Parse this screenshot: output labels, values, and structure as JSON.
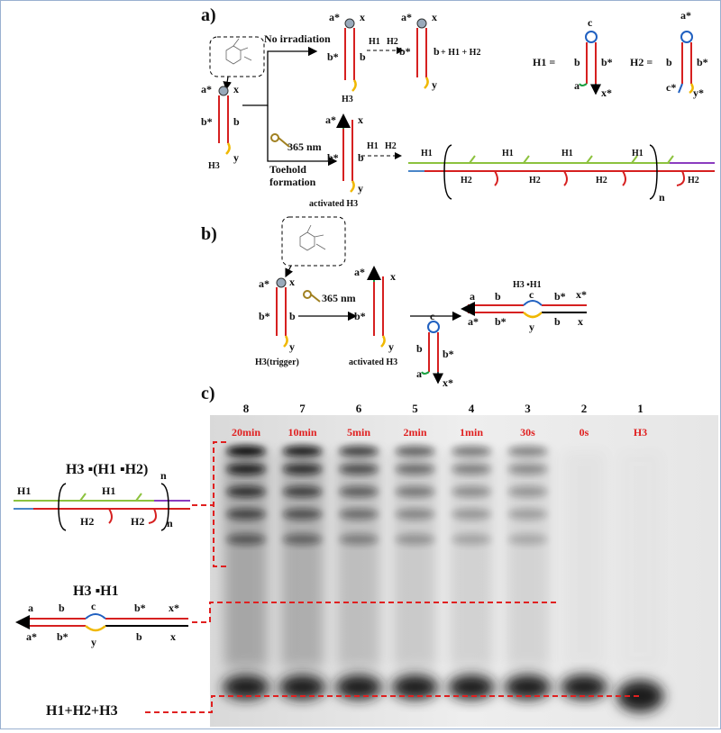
{
  "panels": {
    "a": "a)",
    "b": "b)",
    "c": "c)"
  },
  "panel_a": {
    "no_irradiation": "No irradiation",
    "wavelength": "365 nm",
    "toehold_line1": "Toehold",
    "toehold_line2": "formation",
    "activated": "activated H3",
    "h3": "H3",
    "arrow_h1": "H1",
    "arrow_h2": "H2",
    "plus_products": "+ H1 + H2",
    "h1_eq": "H1 =",
    "h2_eq": "H2 =",
    "polymer_n": "n",
    "domains": {
      "a": "a",
      "a_star": "a*",
      "b": "b",
      "b_star": "b*",
      "c": "c",
      "c_star": "c*",
      "x": "x",
      "x_star": "x*",
      "y": "y",
      "y_star": "y*"
    }
  },
  "panel_b": {
    "wavelength": "365 nm",
    "trigger": "H3(trigger)",
    "activated": "activated H3",
    "complex": "H3 ▪H1"
  },
  "panel_c": {
    "lanes": [
      {
        "num": "8",
        "label": "20min"
      },
      {
        "num": "7",
        "label": "10min"
      },
      {
        "num": "6",
        "label": "5min"
      },
      {
        "num": "5",
        "label": "2min"
      },
      {
        "num": "4",
        "label": "1min"
      },
      {
        "num": "3",
        "label": "30s"
      },
      {
        "num": "2",
        "label": "0s"
      },
      {
        "num": "1",
        "label": "H3"
      }
    ],
    "band_polymer_title": "H3 ▪(H1 ▪H2)",
    "band_polymer_sub": "n",
    "band_dimer_title": "H3 ▪H1",
    "band_monomer": "H1+H2+H3"
  },
  "colors": {
    "strand": "#d62020",
    "toehold_a": "#1aa040",
    "loop": "#2060c0",
    "tail_y": "#f0b800",
    "h1_arm": "#8cc23e",
    "h2_arm": "#4a86c8",
    "end_purple": "#8a3cc0",
    "label_red": "#e02020",
    "gel_bg": "#ececec"
  }
}
